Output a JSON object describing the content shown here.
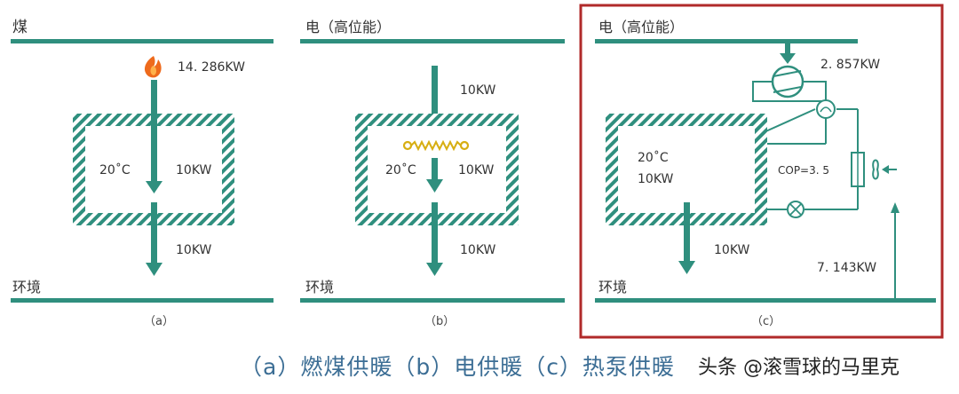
{
  "colors": {
    "teal": "#2f8f7e",
    "frame": "#b02a2a",
    "caption": "#3c6e95",
    "flame": "#ee6a1c",
    "heater": "#d7ae12"
  },
  "panel_a": {
    "top_label": "煤",
    "power_label": "14. 286KW",
    "room_temp": "20˚C",
    "room_load": "10KW",
    "out_label": "10KW",
    "bottom_label": "环境",
    "sub": "（a）",
    "icon": "flame-icon"
  },
  "panel_b": {
    "top_label": "电（高位能）",
    "power_label": "10KW",
    "room_temp": "20˚C",
    "room_load": "10KW",
    "out_label": "10KW",
    "bottom_label": "环境",
    "sub": "（b）",
    "icon": "resistance-heater-icon"
  },
  "panel_c": {
    "top_label": "电（高位能）",
    "power_label": "2. 857KW",
    "room_temp": "20˚C",
    "room_load": "10KW",
    "cop_label": "COP=3. 5",
    "out_label": "10KW",
    "env_label": "7. 143KW",
    "bottom_label": "环境",
    "sub": "（c）",
    "icons": [
      "compressor-icon",
      "four-way-valve-icon",
      "expansion-valve-icon",
      "fan-icon"
    ]
  },
  "caption": "（a）燃煤供暖（b）电供暖（c）热泵供暖",
  "watermark": "头条 @滚雪球的马里克"
}
